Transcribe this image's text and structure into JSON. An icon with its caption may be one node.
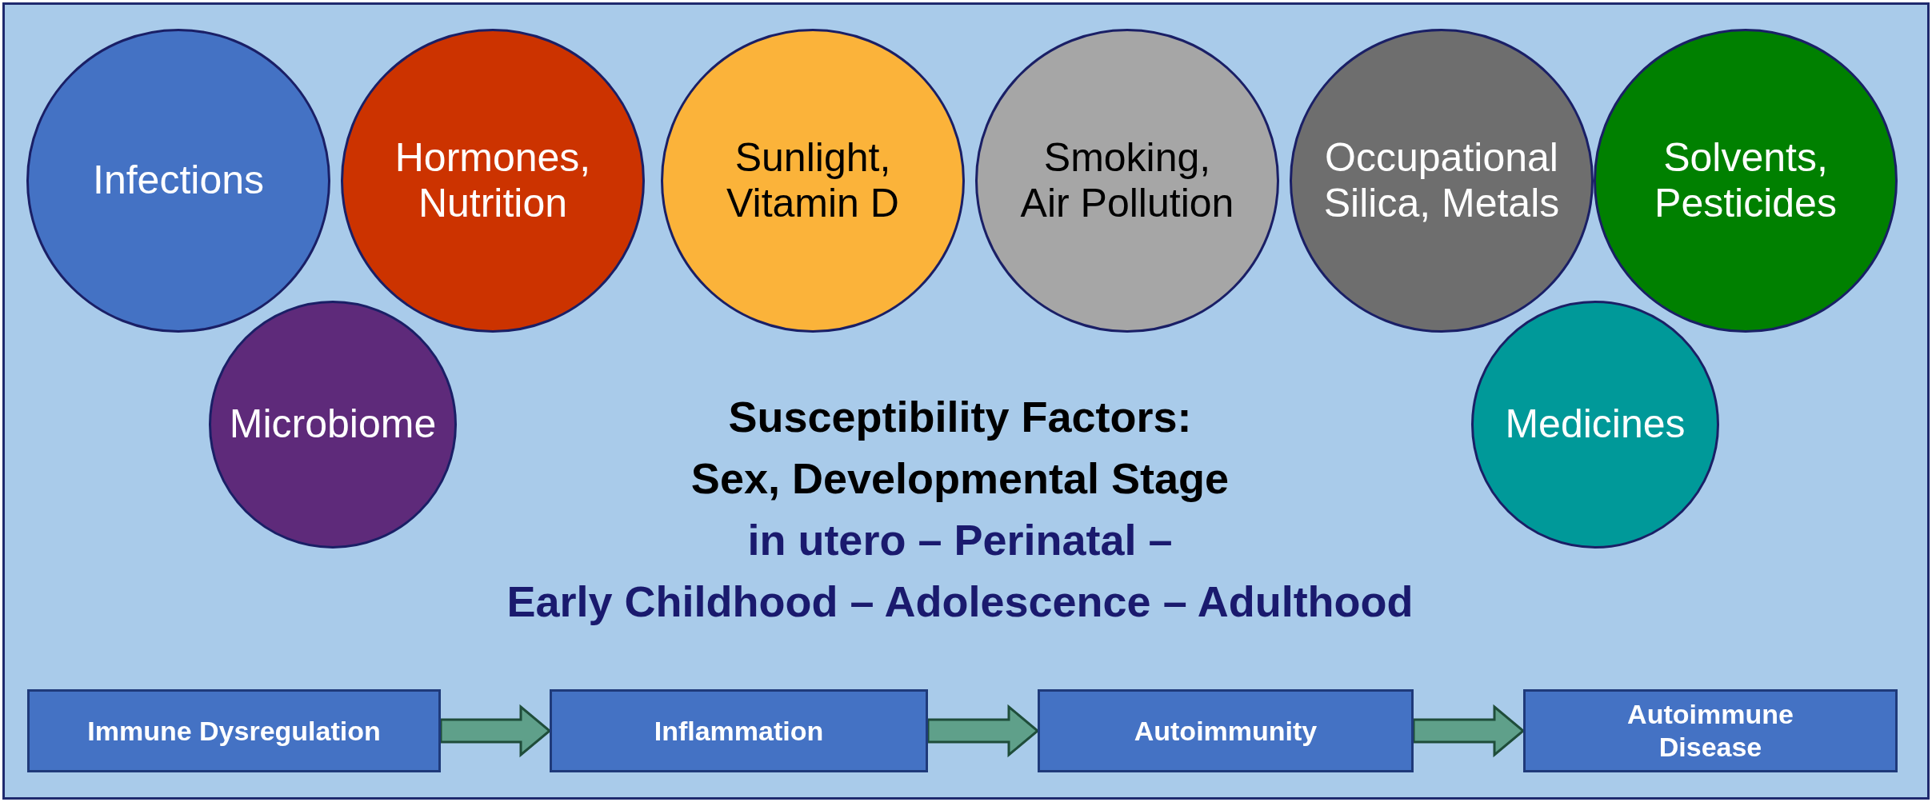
{
  "diagram": {
    "nodes": [
      {
        "text": [
          "Infections"
        ]
      },
      {
        "text": [
          "Hormones, Nutrition"
        ]
      },
      {
        "text": [
          "Sunlight, Vitamin D"
        ]
      },
      {
        "text": [
          "Smoking, Air Pollution"
        ]
      },
      {
        "text": [
          "Occupational Silica, Metals"
        ]
      },
      {
        "text": [
          "Solvents, Pesticides"
        ]
      },
      {
        "text": [
          "Microbiome"
        ]
      },
      {
        "text": [
          "Medicines"
        ]
      },
      {
        "text": [
          "Immune Dysregulation"
        ]
      },
      {
        "text": [
          "Inflammation"
        ]
      },
      {
        "text": [
          "Autoimmunity"
        ]
      },
      {
        "text": [
          "Autoimmune Disease"
        ]
      }
    ],
    "edges": [
      {
        "from": 8,
        "to": 9,
        "arrow": "to"
      },
      {
        "from": 9,
        "to": 10,
        "arrow": "to"
      },
      {
        "from": 10,
        "to": 11,
        "arrow": "to"
      }
    ],
    "labels": [
      "Susceptibility Factors:",
      "Sex, Developmental Stage",
      "in utero – Perinatal –",
      "Early Childhood – Adolescence – Adulthood"
    ]
  }
}
